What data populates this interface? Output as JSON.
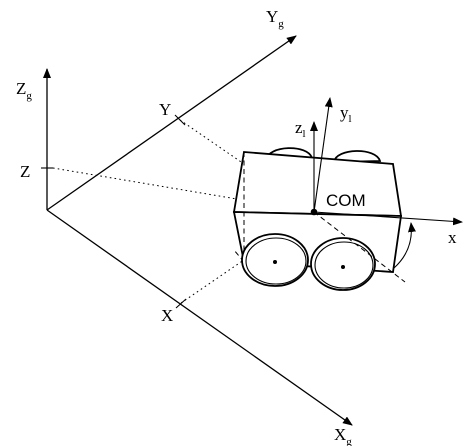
{
  "labels": {
    "global_y_axis": {
      "main": "Y",
      "sub": "g"
    },
    "global_z_axis": {
      "main": "Z",
      "sub": "g"
    },
    "global_x_axis": {
      "main": "X",
      "sub": "g"
    },
    "y_coordinate": "Y",
    "z_coordinate": "Z",
    "x_coordinate": "X",
    "local_z_axis": {
      "main": "z",
      "sub": "l"
    },
    "local_y_axis": {
      "main": "y",
      "sub": "l"
    },
    "local_x_axis": "x",
    "center_of_mass": "COM"
  },
  "colors": {
    "stroke": "#000000",
    "background": "#ffffff"
  }
}
